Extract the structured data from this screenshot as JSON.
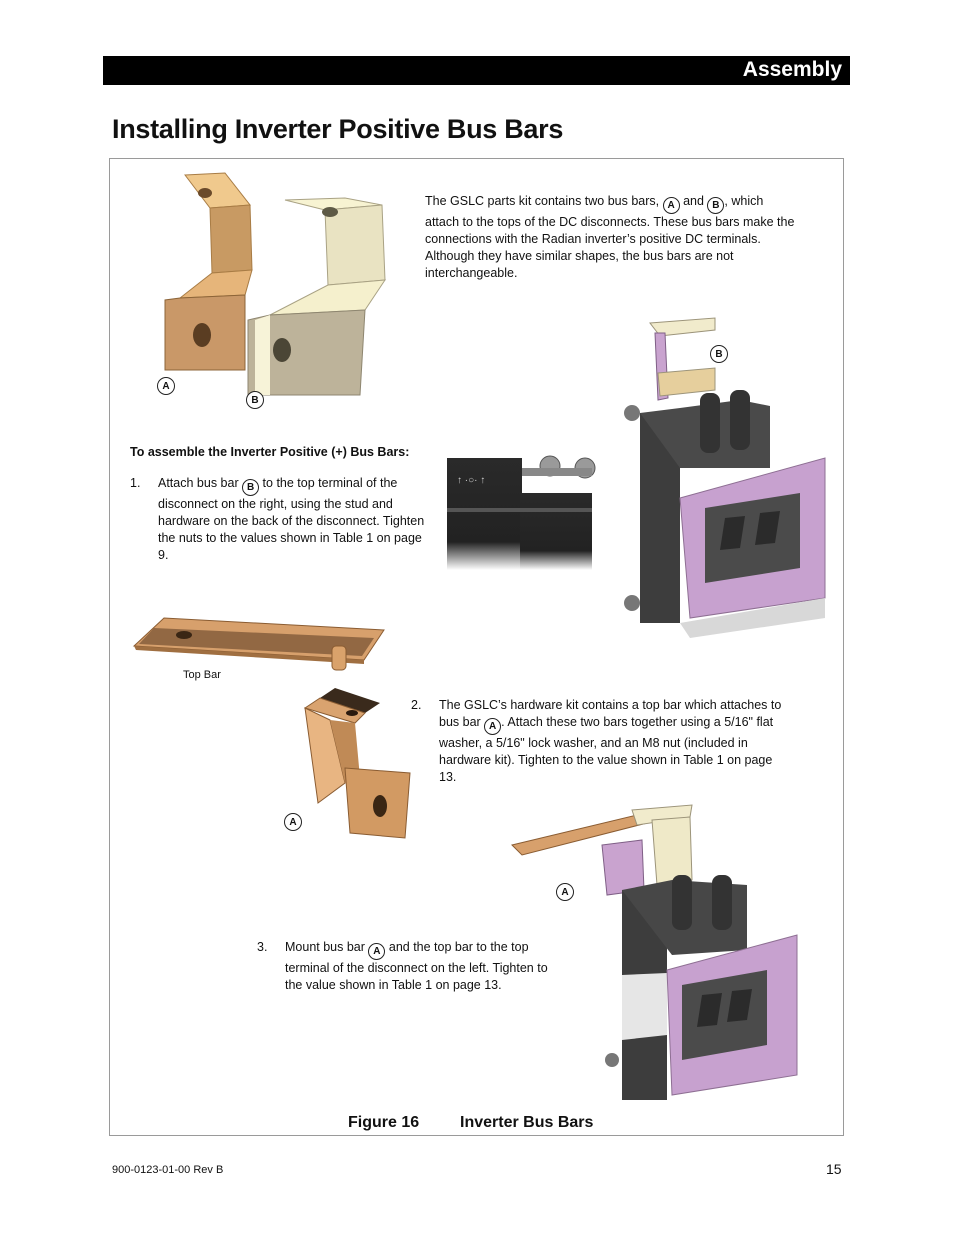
{
  "header": {
    "section": "Assembly"
  },
  "page_title": "Installing Inverter Positive Bus Bars",
  "intro": {
    "text_1": "The GSLC parts kit contains two bus bars, ",
    "text_2": " and ",
    "text_3": ", which attach to the tops of the DC disconnects.  These bus bars make the connections with the Radian inverter’s positive DC terminals.  Although they have similar shapes, the bus bars are not interchangeable."
  },
  "callouts": {
    "a": "A",
    "b": "B"
  },
  "procedure_heading": "To assemble the Inverter Positive (+) Bus Bars:",
  "steps": [
    {
      "num": "1.",
      "text_1": "Attach bus bar ",
      "text_2": " to the top terminal of the disconnect on the right, using the stud and hardware on the back of the disconnect.  Tighten the nuts to the values shown in Table 1 on page 9."
    },
    {
      "num": "2.",
      "text_1": "The GSLC’s hardware kit contains a top bar which attaches to bus bar ",
      "text_2": ".  Attach these two bars together using a 5/16\" flat washer, a 5/16\" lock washer, and an M8 nut (included in hardware kit).  Tighten to the value shown in Table 1 on page 13."
    },
    {
      "num": "3.",
      "text_1": "Mount bus bar ",
      "text_2": " and the top bar to the top terminal of the disconnect on the left.  Tighten to the value shown in Table 1 on page 13."
    }
  ],
  "top_bar_label": "Top Bar",
  "figure": {
    "number": "Figure 16",
    "title": "Inverter Bus Bars"
  },
  "footer": {
    "doc_number": "900-0123-01-00 Rev B",
    "page_number": "15"
  },
  "colors": {
    "copper": "#d9a574",
    "cream": "#efe9c8",
    "lavender": "#c9a3cf",
    "dark_housing": "#3a3a3a"
  }
}
